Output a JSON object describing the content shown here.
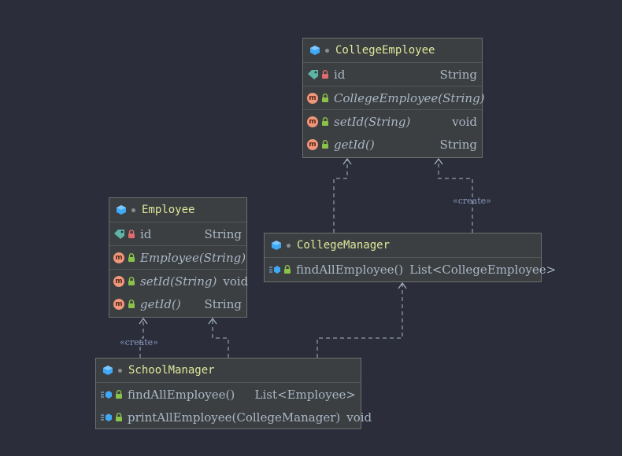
{
  "classes": {
    "college_employee": {
      "name": "CollegeEmployee",
      "fields": [
        {
          "name": "id",
          "type": "String"
        }
      ],
      "constructors": [
        {
          "name": "CollegeEmployee(String)"
        }
      ],
      "methods": [
        {
          "name": "setId(String)",
          "type": "void"
        },
        {
          "name": "getId()",
          "type": "String"
        }
      ]
    },
    "employee": {
      "name": "Employee",
      "fields": [
        {
          "name": "id",
          "type": "String"
        }
      ],
      "constructors": [
        {
          "name": "Employee(String)"
        }
      ],
      "methods": [
        {
          "name": "setId(String)",
          "type": "void"
        },
        {
          "name": "getId()",
          "type": "String"
        }
      ]
    },
    "college_manager": {
      "name": "CollegeManager",
      "methods": [
        {
          "name": "findAllEmployee()",
          "type": "List<CollegeEmployee>"
        }
      ]
    },
    "school_manager": {
      "name": "SchoolManager",
      "methods": [
        {
          "name": "findAllEmployee()",
          "type": "List<Employee>"
        },
        {
          "name": "printAllEmployee(CollegeManager)",
          "type": "void"
        }
      ]
    }
  },
  "stereotypes": {
    "college_manager_create": "«create»",
    "school_manager_create": "«create»"
  },
  "colors": {
    "background": "#2b2d3a",
    "class_header_text": "#dde89b",
    "connector": "#a9b7c6"
  },
  "icons": {
    "class": "class-icon",
    "field": "field-icon",
    "method": "method-icon",
    "lock": "lock-icon",
    "implementation_method": "implementation-method-icon"
  }
}
